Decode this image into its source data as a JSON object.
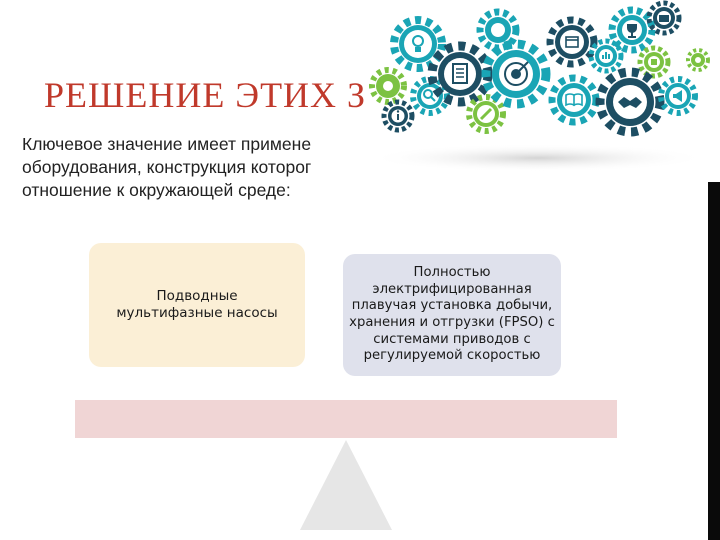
{
  "slide": {
    "title": "РЕШЕНИЕ ЭТИХ З",
    "intro_lines": [
      "Ключевое значение имеет примене",
      "оборудования, конструкция которог",
      "отношение к окружающей среде:"
    ]
  },
  "cards": {
    "left": "Подводные мультифазные насосы",
    "right": "Полностью электрифицированная плавучая установка добычи, хранения и отгрузки (FPSO) с системами приводов с регулируемой скоростью"
  },
  "image": {
    "icons": [
      "lightbulb-icon",
      "checklist-icon",
      "target-icon",
      "calendar-icon",
      "trophy-icon",
      "briefcase-icon",
      "chart-icon",
      "puzzle-icon",
      "handshake-icon",
      "megaphone-icon",
      "info-icon",
      "search-icon",
      "pencil-icon",
      "book-icon"
    ]
  },
  "colors": {
    "title": "#c0392b",
    "left_card": "#fbefd6",
    "right_card": "#dfe1ec",
    "plank": "#f0d5d5",
    "fulcrum": "#e6e6e6",
    "gear_dark": "#1d4e63",
    "gear_teal": "#1aa5b5",
    "gear_green": "#7cc242"
  }
}
